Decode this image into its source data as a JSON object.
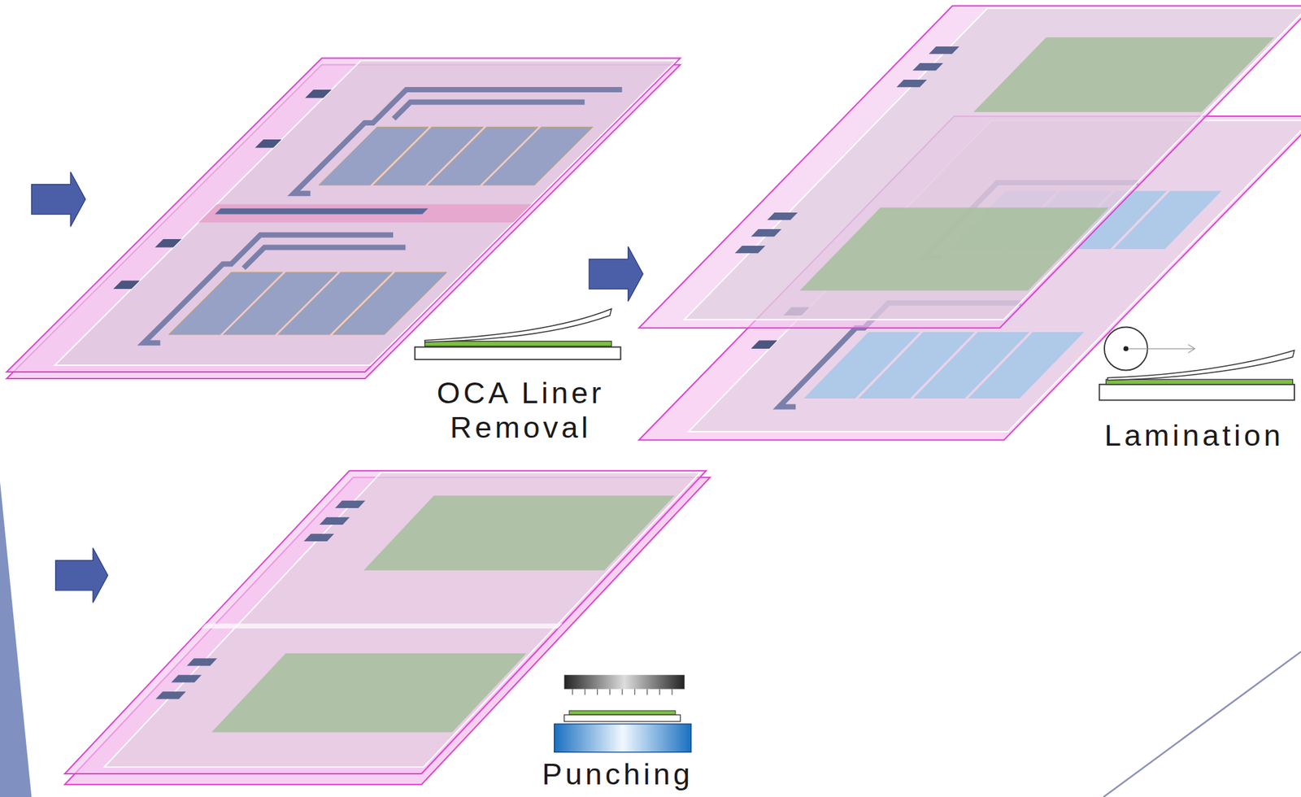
{
  "diagram": {
    "labels": [
      "OCA Liner Removal",
      "Lamination",
      "Punching"
    ]
  }
}
